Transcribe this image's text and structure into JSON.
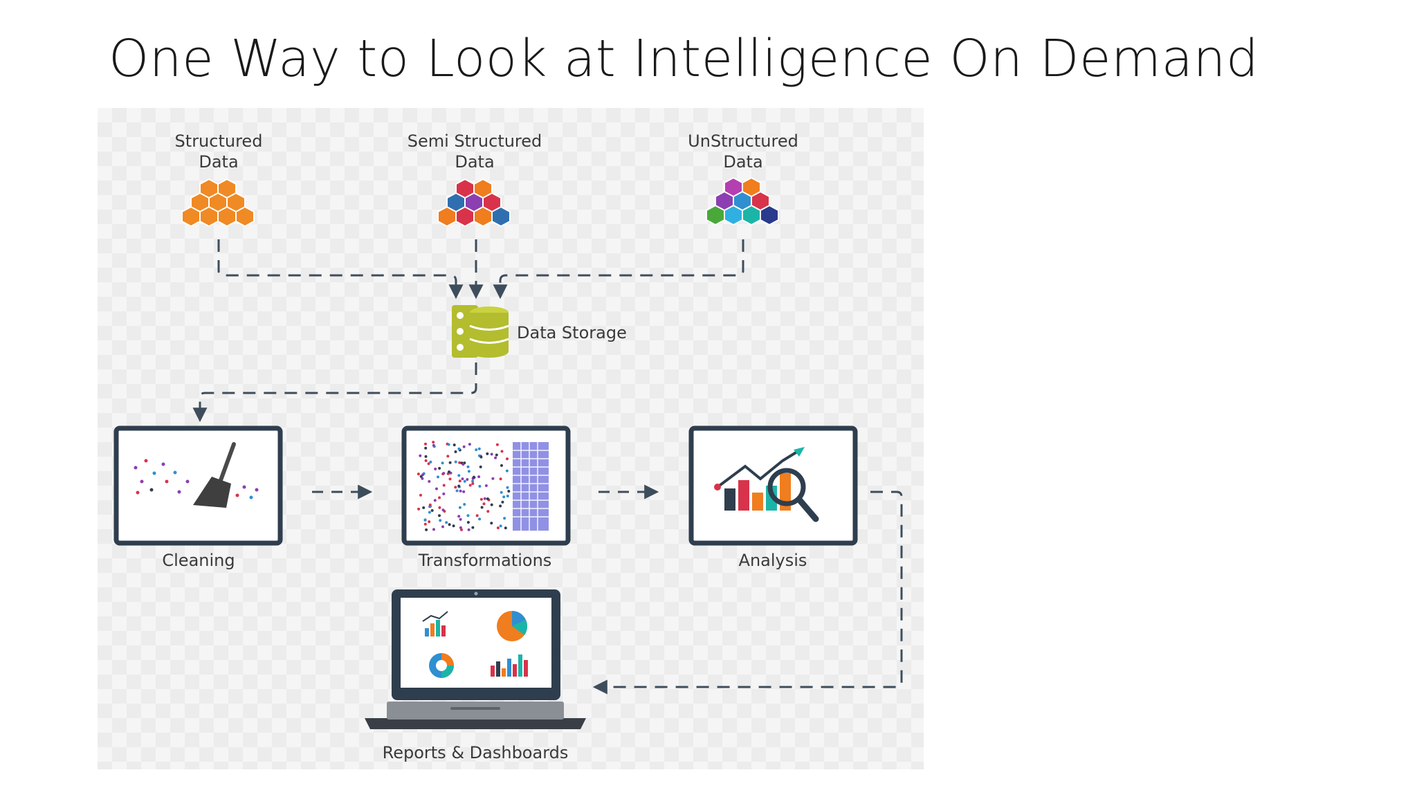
{
  "slide": {
    "title": "One Way to Look at Intelligence On Demand"
  },
  "diagram": {
    "sources": [
      {
        "line1": "Structured",
        "line2": "Data"
      },
      {
        "line1": "Semi Structured",
        "line2": "Data"
      },
      {
        "line1": "UnStructured",
        "line2": "Data"
      }
    ],
    "storage_label": "Data Storage",
    "stages": [
      {
        "label": "Cleaning"
      },
      {
        "label": "Transformations"
      },
      {
        "label": "Analysis"
      }
    ],
    "output_label": "Reports & Dashboards"
  },
  "colors": {
    "monitor_frame": "#2f3e4e",
    "arrow": "#3e4d5c",
    "structured_cubes": "#f08a24",
    "storage": "#b3bd2e",
    "accent_orange": "#f07d1e",
    "accent_red": "#d8334a",
    "accent_teal": "#1bb5a8",
    "accent_blue": "#2f8fd1",
    "accent_purple": "#8b3fb0",
    "accent_green": "#4aa83a",
    "accent_navy": "#2a3a8c"
  },
  "icons": [
    "cube-cluster-icon",
    "database-server-icon",
    "broom-icon",
    "scatter-dots-icon",
    "analysis-chart-magnifier-icon",
    "dashboard-laptop-icon"
  ]
}
